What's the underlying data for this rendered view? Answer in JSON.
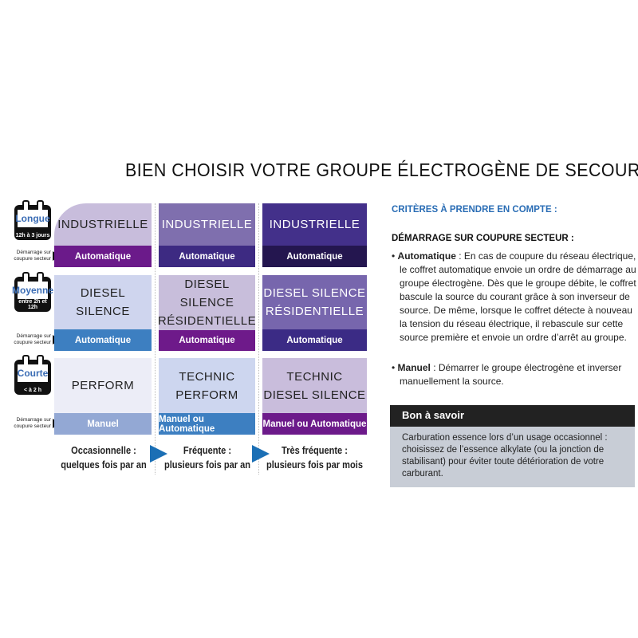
{
  "title": "BIEN CHOISIR VOTRE GROUPE ÉLECTROGÈNE DE SECOURS !",
  "rows": [
    {
      "duration": "Longue",
      "duration_sub": "12h à 3 jours",
      "startup_label": "Démarrage sur coupure secteur",
      "cells": [
        {
          "name": "INDUSTRIELLE",
          "mode": "Automatique",
          "bg": "#c8bddc",
          "bar": "#6b1a8a",
          "fg": "#222"
        },
        {
          "name": "INDUSTRIELLE",
          "mode": "Automatique",
          "bg": "#7f6fae",
          "bar": "#3d2a82",
          "fg": "#fff"
        },
        {
          "name": "INDUSTRIELLE",
          "mode": "Automatique",
          "bg": "#43308a",
          "bar": "#24164f",
          "fg": "#fff"
        }
      ]
    },
    {
      "duration": "Moyenne",
      "duration_sub": "entre 2h et 12h",
      "startup_label": "Démarrage sur coupure secteur",
      "cells": [
        {
          "name": "DIESEL SILENCE",
          "mode": "Automatique",
          "bg": "#cfd5ee",
          "bar": "#3d7fc1",
          "fg": "#222"
        },
        {
          "name": "DIESEL SILENCE RÉSIDENTIELLE",
          "mode": "Automatique",
          "bg": "#c8bedb",
          "bar": "#6e1a8a",
          "fg": "#222"
        },
        {
          "name": "DIESEL SILENCE RÉSIDENTIELLE",
          "mode": "Automatique",
          "bg": "#7766ad",
          "bar": "#3b2b85",
          "fg": "#fff"
        }
      ]
    },
    {
      "duration": "Courte",
      "duration_sub": "< à 2 h",
      "startup_label": "Démarrage sur coupure secteur",
      "cells": [
        {
          "name": "PERFORM",
          "mode": "Manuel",
          "bg": "#ecedf7",
          "bar": "#93a8d4",
          "fg": "#222"
        },
        {
          "name": "TECHNIC PERFORM",
          "mode": "Manuel ou Automatique",
          "bg": "#cdd6ef",
          "bar": "#3d7fc1",
          "fg": "#222"
        },
        {
          "name": "TECHNIC DIESEL SILENCE",
          "mode": "Manuel ou Automatique",
          "bg": "#c9bddc",
          "bar": "#6c1a8a",
          "fg": "#222"
        }
      ]
    }
  ],
  "frequencies": [
    {
      "title": "Occasionnelle :",
      "sub": "quelques fois par an"
    },
    {
      "title": "Fréquente :",
      "sub": "plusieurs fois par an"
    },
    {
      "title": "Très fréquente :",
      "sub": "plusieurs fois par mois"
    }
  ],
  "criteria_title": "CRITÈRES À PRENDRE EN COMPTE :",
  "startup_title": "DÉMARRAGE SUR COUPURE SECTEUR :",
  "bullets": [
    {
      "term": "Automatique",
      "text": " : En cas de coupure du réseau électrique, le coffret automatique envoie un ordre de démarrage au groupe électrogène. Dès que le groupe débite, le coffret bascule la source du courant grâce à son inverseur de source. De même, lorsque le coffret détecte à nouveau la tension du réseau électrique, il rebascule sur cette source première et envoie un ordre d’arrêt au groupe."
    },
    {
      "term": "Manuel",
      "text": " : Démarrer le groupe électrogène et inverser manuellement la source."
    }
  ],
  "tip": {
    "title": "Bon à savoir",
    "text": "Carburation essence lors d’un usage occasionnel : choisissez de l’essence alkylate (ou la jonction de stabilisant) pour éviter toute détérioration de votre carburant."
  },
  "colors": {
    "arrow": "#1b6fb5",
    "criteria": "#2a6db5"
  }
}
